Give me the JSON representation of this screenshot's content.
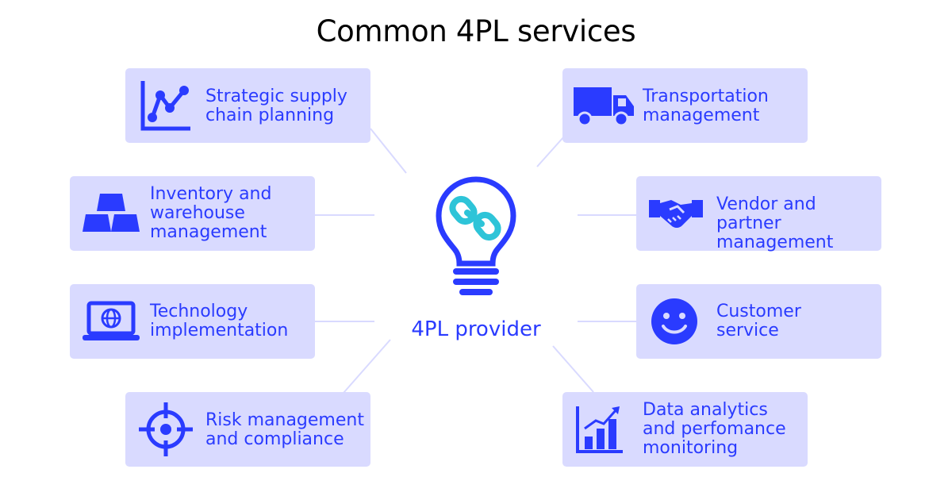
{
  "title": "Common 4PL services",
  "center": {
    "label": "4PL provider",
    "icon": "lightbulb-chain-icon"
  },
  "colors": {
    "accent": "#2a3bff",
    "card_bg": "#d9daff",
    "link_teal": "#2ec4d8",
    "connector": "#d9daff"
  },
  "services": [
    {
      "label": "Strategic supply\nchain planning",
      "icon": "line-chart-icon"
    },
    {
      "label": "Transportation\nmanagement",
      "icon": "truck-icon"
    },
    {
      "label": "Inventory and\nwarehouse\nmanagement",
      "icon": "gold-bars-icon"
    },
    {
      "label": "Vendor and partner\nmanagement",
      "icon": "handshake-icon"
    },
    {
      "label": "Technology\nimplementation",
      "icon": "laptop-globe-icon"
    },
    {
      "label": "Customer\nservice",
      "icon": "smiley-icon"
    },
    {
      "label": "Risk management\nand compliance",
      "icon": "crosshair-icon"
    },
    {
      "label": "Data analytics\nand perfomance\nmonitoring",
      "icon": "bar-chart-growth-icon"
    }
  ]
}
